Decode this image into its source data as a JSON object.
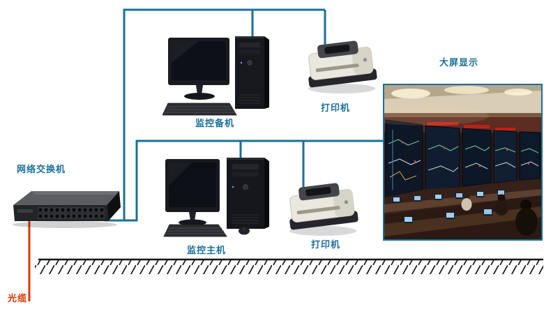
{
  "diagram": {
    "type": "network-topology",
    "nodes": {
      "switch": {
        "label": "网络交换机"
      },
      "backup_host": {
        "label": "监控备机"
      },
      "main_host": {
        "label": "监控主机"
      },
      "printer_top": {
        "label": "打印机"
      },
      "printer_bottom": {
        "label": "打印机"
      },
      "big_screen": {
        "label": "大屏显示"
      },
      "fiber_cable": {
        "label": "光缆"
      }
    },
    "colors": {
      "connection_line": "#1b6f9b",
      "label_text": "#1b6f9b",
      "fiber_cable": "#d93a00",
      "ground": "#141414",
      "background": "#ffffff"
    }
  }
}
